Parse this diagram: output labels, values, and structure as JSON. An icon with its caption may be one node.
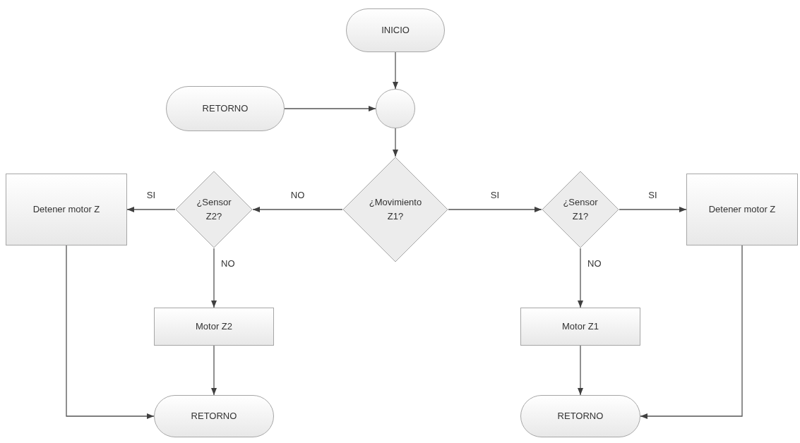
{
  "diagram": {
    "nodes": [
      {
        "text": [
          "INICIO"
        ]
      },
      {
        "text": [
          "RETORNO"
        ]
      },
      {
        "text": [],
        "shape": "circle"
      },
      {
        "text": [
          "¿Movimiento Z1?"
        ]
      },
      {
        "text": [
          "¿Sensor Z2?"
        ]
      },
      {
        "text": [
          "¿Sensor Z1?"
        ]
      },
      {
        "text": [
          "Detener motor Z"
        ]
      },
      {
        "text": [
          "Detener motor Z"
        ]
      },
      {
        "text": [
          "Motor Z2"
        ]
      },
      {
        "text": [
          "Motor Z1"
        ]
      },
      {
        "text": [
          "RETORNO"
        ]
      },
      {
        "text": [
          "RETORNO"
        ]
      }
    ],
    "edges": [
      {
        "from": 0,
        "to": 2,
        "arrow": "to"
      },
      {
        "from": 1,
        "to": 2,
        "arrow": "to"
      },
      {
        "from": 2,
        "to": 3,
        "arrow": "to"
      },
      {
        "from": 3,
        "to": 4,
        "arrow": "to",
        "label": "NO"
      },
      {
        "from": 3,
        "to": 5,
        "arrow": "to",
        "label": "SI"
      },
      {
        "from": 4,
        "to": 6,
        "arrow": "to",
        "label": "SI"
      },
      {
        "from": 5,
        "to": 7,
        "arrow": "to",
        "label": "SI"
      },
      {
        "from": 4,
        "to": 8,
        "arrow": "to",
        "label": "NO"
      },
      {
        "from": 5,
        "to": 9,
        "arrow": "to",
        "label": "NO"
      },
      {
        "from": 8,
        "to": 10,
        "arrow": "to"
      },
      {
        "from": 9,
        "to": 11,
        "arrow": "to"
      },
      {
        "from": 6,
        "to": 10,
        "arrow": "to"
      },
      {
        "from": 7,
        "to": 11,
        "arrow": "to"
      }
    ]
  }
}
